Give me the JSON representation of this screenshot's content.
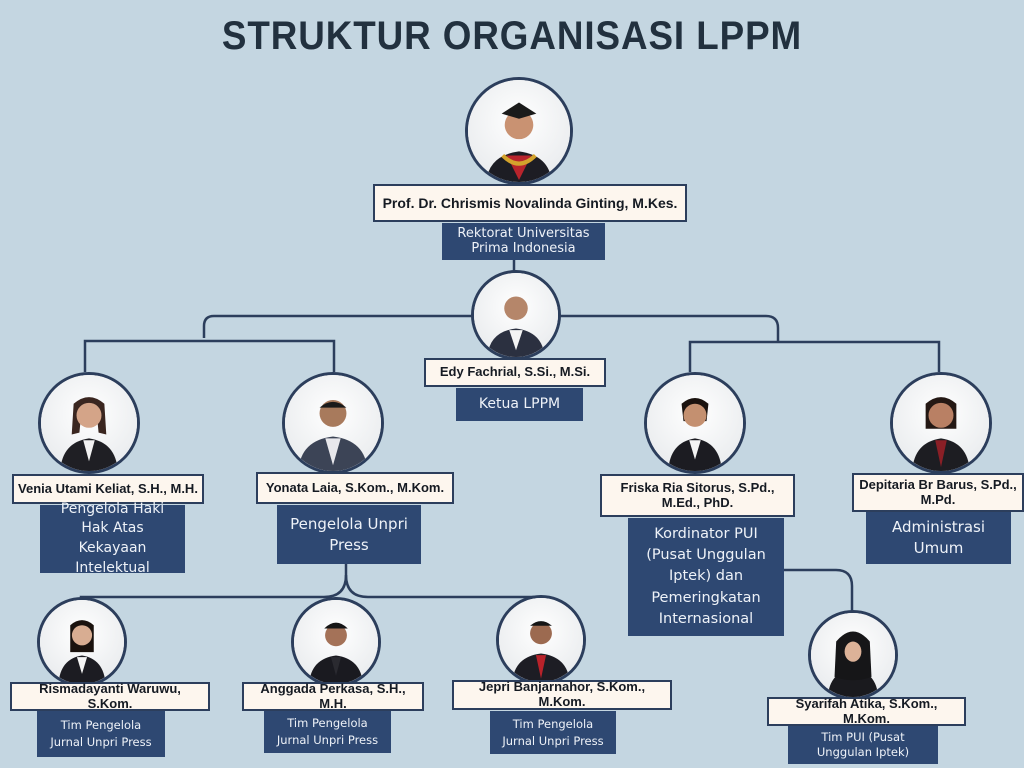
{
  "title": "STRUKTUR ORGANISASI LPPM",
  "colors": {
    "background": "#c4d6e1",
    "line": "#2c3e5c",
    "name_box": "#fdf6ee",
    "role_box": "#2e4872",
    "title": "#22313f"
  },
  "nodes": {
    "rektor": {
      "name": "Prof. Dr. Chrismis Novalinda Ginting, M.Kes.",
      "role": "Rektorat Universitas Prima Indonesia"
    },
    "ketua": {
      "name": "Edy Fachrial, S.Si., M.Si.",
      "role": "Ketua LPPM"
    },
    "haki": {
      "name": "Venia Utami Keliat, S.H., M.H.",
      "role": "Pengelola Haki Hak Atas Kekayaan Intelektual"
    },
    "press": {
      "name": "Yonata Laia, S.Kom., M.Kom.",
      "role": "Pengelola Unpri Press"
    },
    "pui": {
      "name": "Friska Ria Sitorus, S.Pd., M.Ed., PhD.",
      "role": "Kordinator PUI (Pusat Unggulan Iptek) dan Pemeringkatan Internasional"
    },
    "admin": {
      "name": "Depitaria Br Barus, S.Pd., M.Pd.",
      "role": "Administrasi Umum"
    },
    "jurnal1": {
      "name": "Rismadayanti Waruwu, S.Kom.",
      "role": "Tim Pengelola Jurnal Unpri Press"
    },
    "jurnal2": {
      "name": "Anggada Perkasa, S.H., M.H.",
      "role": "Tim Pengelola Jurnal Unpri Press"
    },
    "jurnal3": {
      "name": "Jepri Banjarnahor, S.Kom., M.Kom.",
      "role": "Tim Pengelola Jurnal Unpri Press"
    },
    "timpui": {
      "name": "Syarifah Atika, S.Kom., M.Kom.",
      "role": "Tim PUI (Pusat Unggulan Iptek)"
    }
  }
}
